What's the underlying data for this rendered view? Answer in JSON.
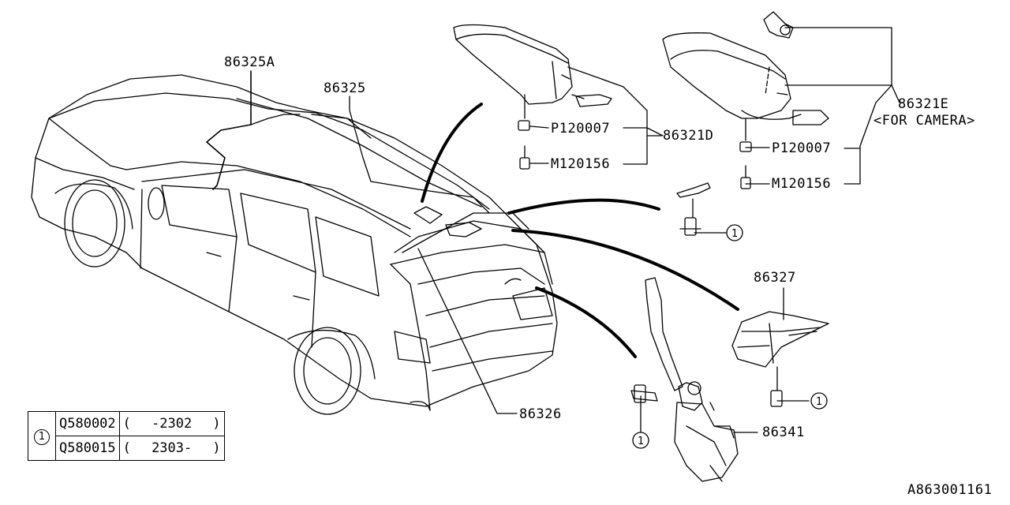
{
  "callouts": {
    "wire_harness_roof_a": "86325A",
    "wire_harness_roof": "86325",
    "antenna_roof": "86321D",
    "antenna_camera": "86321E",
    "antenna_camera_note": "<FOR CAMERA>",
    "bolt_p": "P120007",
    "bolt_m": "M120156",
    "bolt_p_camera": "P120007",
    "bolt_m_camera": "M120156",
    "module_86327": "86327",
    "cord_86326": "86326",
    "bracket_86341": "86341",
    "ref_circle_1": "1"
  },
  "ref_table": {
    "ref_mark": "1",
    "rows": [
      {
        "part": "Q580002",
        "open": "(",
        "range": "-2302",
        "close": ")"
      },
      {
        "part": "Q580015",
        "open": "(",
        "range": "2303-",
        "close": ")"
      }
    ]
  },
  "diagram_code": "A863001161"
}
